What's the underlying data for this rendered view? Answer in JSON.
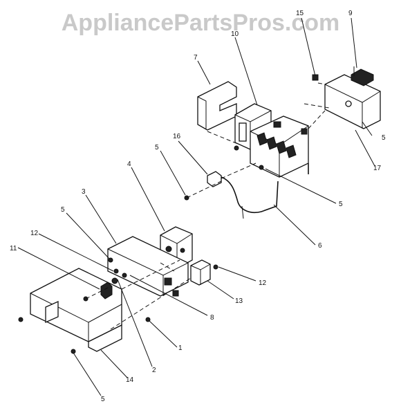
{
  "watermark": "AppliancePartsPros.com",
  "callouts": {
    "c1": "1",
    "c2": "2",
    "c3": "3",
    "c4": "4",
    "c5a": "5",
    "c5b": "5",
    "c5c": "5",
    "c5d": "5",
    "c5e": "5",
    "c6": "6",
    "c7": "7",
    "c8": "8",
    "c9": "9",
    "c10": "10",
    "c11": "11",
    "c12a": "12",
    "c12b": "12",
    "c13": "13",
    "c14": "14",
    "c15": "15",
    "c16": "16",
    "c17": "17"
  }
}
